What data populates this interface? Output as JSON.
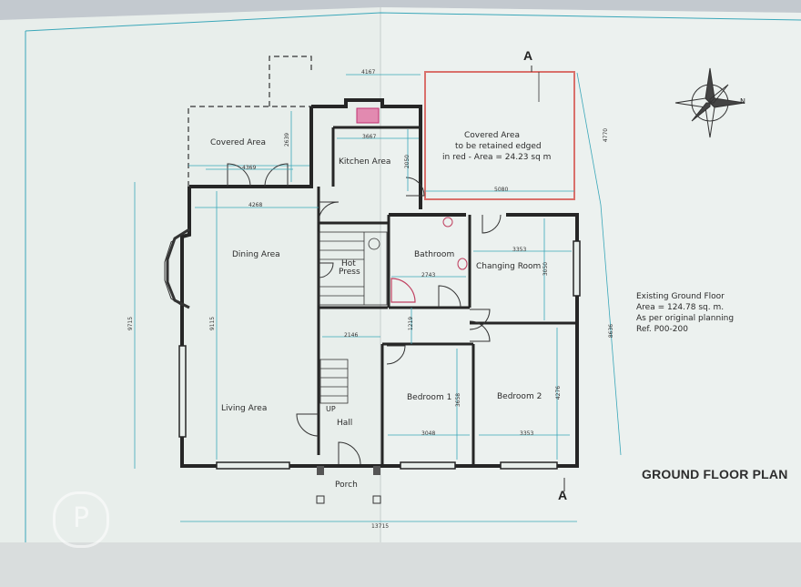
{
  "drawing": {
    "title": "GROUND FLOOR PLAN",
    "section_marker": "A",
    "compass_label": "N",
    "watermark_symbol": "P",
    "rooms": {
      "covered_area_left": "Covered Area",
      "kitchen": "Kitchen Area",
      "dining": "Dining Area",
      "living": "Living Area",
      "hot_press_line1": "Hot",
      "hot_press_line2": "Press",
      "bathroom": "Bathroom",
      "changing_room": "Changing Room",
      "bedroom1": "Bedroom 1",
      "bedroom2": "Bedroom 2",
      "hall": "Hall",
      "porch": "Porch",
      "stair_up": "UP"
    },
    "retained_area": {
      "line1": "Covered Area",
      "line2": "to be retained edged",
      "line3": "in red - Area = 24.23 sq m"
    },
    "notes": {
      "line1": "Existing Ground Floor",
      "line2": "Area = 124.78 sq. m.",
      "line3": "As per original planning",
      "line4": "Ref. P00-200"
    },
    "dimensions": {
      "d4167": "4167",
      "d3667": "3667",
      "d4770": "4770",
      "d5080": "5080",
      "d4268": "4268",
      "d4369": "4369",
      "d2639": "2639",
      "d9715": "9715",
      "d9115": "9115",
      "d2146": "2146",
      "d2743": "2743",
      "d3353a": "3353",
      "d3353b": "3353",
      "d3048": "3048",
      "d3658": "3658",
      "d4276": "4276",
      "d13715": "13715",
      "d8636": "8636",
      "d1219": "1219",
      "d2050": "2050",
      "d3050": "3050"
    }
  },
  "colors": {
    "paper": "#e9efec",
    "wall": "#262626",
    "dimension_line": "#3aa7b9",
    "retained_edge": "#d9706b"
  }
}
